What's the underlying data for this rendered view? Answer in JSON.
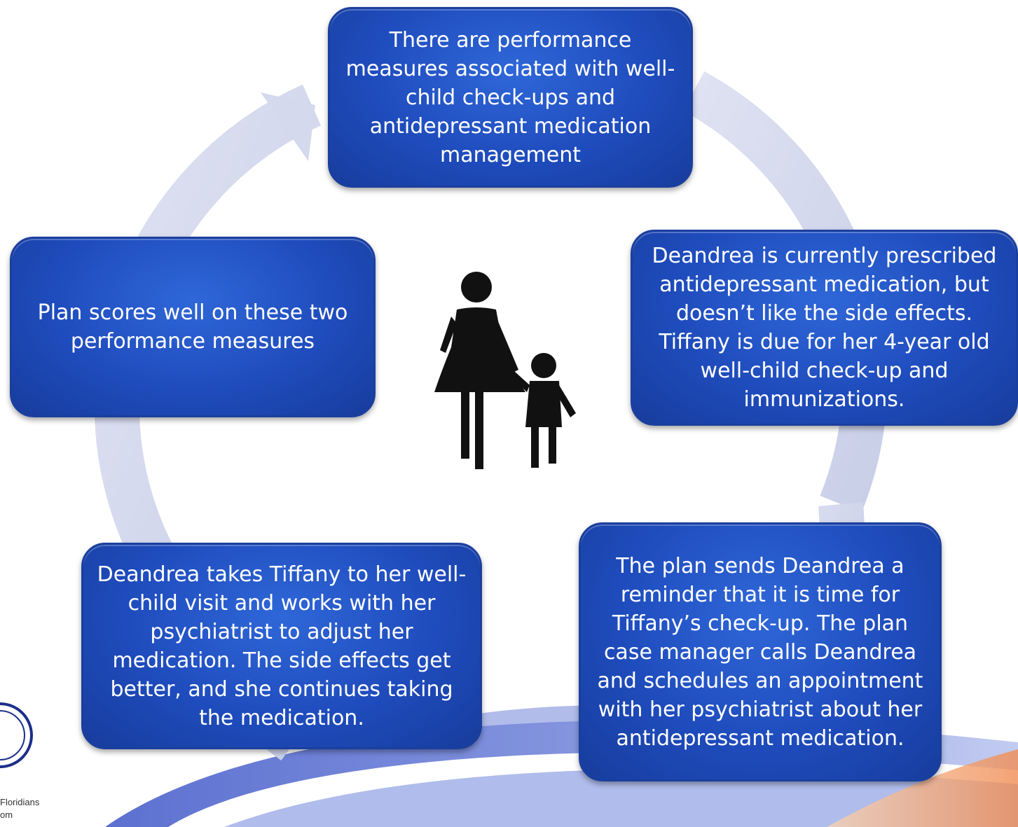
{
  "cycle": {
    "top": "There are performance measures associated with well-child check-ups and antidepressant medication management",
    "right": "Deandrea is currently prescribed antidepressant medication, but doesn’t like the side effects. Tiffany is due for her 4-year old well-child check-up and immunizations.",
    "bottom_right": "The plan sends Deandrea a reminder that it is time for Tiffany’s check-up.  The plan case manager calls Deandrea and schedules an appointment with her psychiatrist about her antidepressant medication.",
    "bottom_left": "Deandrea takes Tiffany to her well-child visit and works with her psychiatrist to adjust her medication. The side effects get better, and she continues taking the medication.",
    "left": "Plan scores well on these two performance measures"
  },
  "footer": {
    "line1": "Floridians",
    "line2": "om"
  },
  "colors": {
    "node_fill": "#1f4cbd",
    "node_border": "#1a3f9e",
    "arrow": "#d5d9ee",
    "swoosh_blue": "#5a6fd0",
    "swoosh_orange": "#f2a06a"
  },
  "icons": {
    "center": "mother-and-child-icon",
    "logo": "logo-seal-fragment"
  }
}
